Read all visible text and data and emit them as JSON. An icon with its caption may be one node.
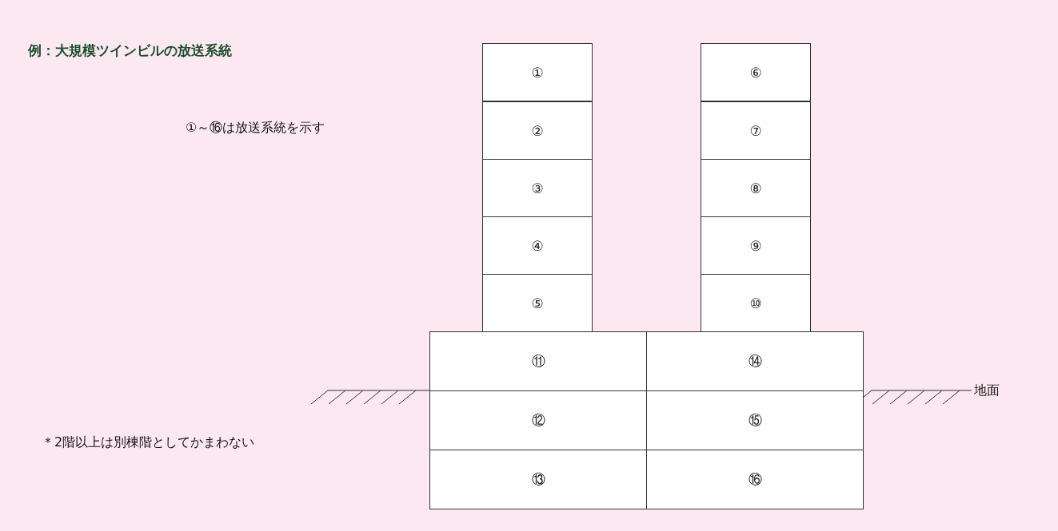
{
  "diagram": {
    "title": "例：大規模ツインビルの放送系統",
    "nodes": [
      {
        "text": [
          "①"
        ]
      },
      {
        "text": [
          "②"
        ]
      },
      {
        "text": [
          "③"
        ]
      },
      {
        "text": [
          "④"
        ]
      },
      {
        "text": [
          "⑤"
        ]
      },
      {
        "text": [
          "⑥"
        ]
      },
      {
        "text": [
          "⑦"
        ]
      },
      {
        "text": [
          "⑧"
        ]
      },
      {
        "text": [
          "⑨"
        ]
      },
      {
        "text": [
          "⑩"
        ]
      },
      {
        "text": [
          "⑪"
        ]
      },
      {
        "text": [
          "⑫"
        ]
      },
      {
        "text": [
          "⑬"
        ]
      },
      {
        "text": [
          "⑭"
        ]
      },
      {
        "text": [
          "⑮"
        ]
      },
      {
        "text": [
          "⑯"
        ]
      }
    ],
    "labels": [
      "①～⑯は放送系統を示す",
      "地面",
      "＊2階以上は別棟階としてかまわない"
    ]
  }
}
